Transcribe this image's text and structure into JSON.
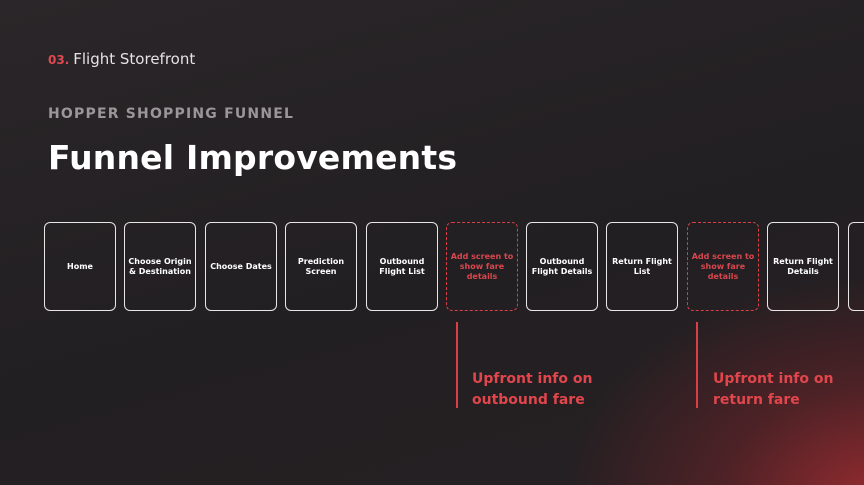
{
  "section": {
    "number": "03.",
    "name": "Flight Storefront"
  },
  "kicker": "HOPPER SHOPPING FUNNEL",
  "title": "Funnel Improvements",
  "steps": [
    {
      "label": "Home",
      "proposed": false
    },
    {
      "label": "Choose Origin & Destination",
      "proposed": false
    },
    {
      "label": "Choose Dates",
      "proposed": false
    },
    {
      "label": "Prediction Screen",
      "proposed": false
    },
    {
      "label": "Outbound Flight List",
      "proposed": false
    },
    {
      "label": "Add screen to show fare details",
      "proposed": true
    },
    {
      "label": "Outbound Flight Details",
      "proposed": false
    },
    {
      "label": "Return Flight List",
      "proposed": false
    },
    {
      "label": "Add screen to show fare details",
      "proposed": true
    },
    {
      "label": "Return Flight Details",
      "proposed": false
    },
    {
      "label": "",
      "proposed": false
    }
  ],
  "callouts": {
    "outbound": "Upfront info on outbound fare",
    "return": "Upfront info on return fare"
  },
  "colors": {
    "accent": "#d83f46",
    "text": "#ffffff",
    "muted": "#9b9699"
  }
}
